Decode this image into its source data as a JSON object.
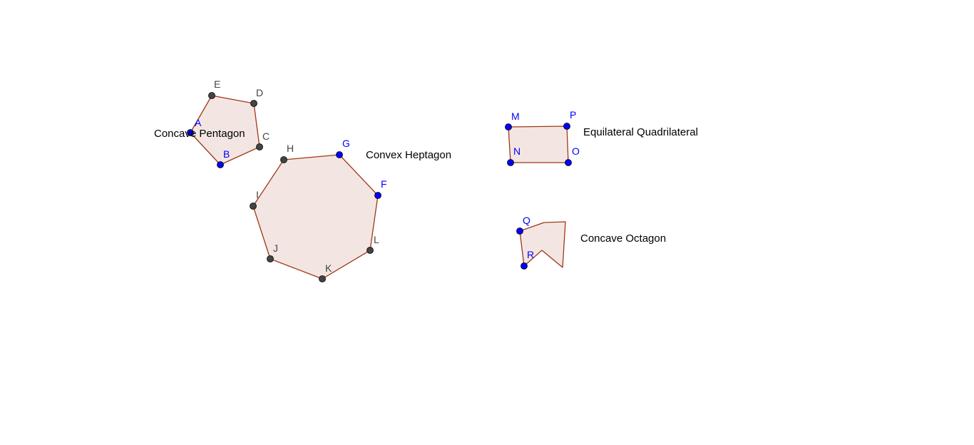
{
  "colors": {
    "fill": "#f3e6e2",
    "edge": "#a0381a",
    "free_point": "#0000ff",
    "dependent_point": "#444444",
    "caption": "#000000"
  },
  "shapes": [
    {
      "id": "pentagon",
      "caption": "Concave Pentagon",
      "vertices": [
        {
          "label": "A",
          "kind": "free"
        },
        {
          "label": "B",
          "kind": "free"
        },
        {
          "label": "C",
          "kind": "dependent"
        },
        {
          "label": "D",
          "kind": "dependent"
        },
        {
          "label": "E",
          "kind": "dependent"
        }
      ]
    },
    {
      "id": "heptagon",
      "caption": "Convex Heptagon",
      "vertices": [
        {
          "label": "F",
          "kind": "free"
        },
        {
          "label": "G",
          "kind": "free"
        },
        {
          "label": "H",
          "kind": "dependent"
        },
        {
          "label": "I",
          "kind": "dependent"
        },
        {
          "label": "J",
          "kind": "dependent"
        },
        {
          "label": "K",
          "kind": "dependent"
        },
        {
          "label": "L",
          "kind": "dependent"
        }
      ]
    },
    {
      "id": "quadrilateral",
      "caption": "Equilateral Quadrilateral",
      "vertices": [
        {
          "label": "M",
          "kind": "free"
        },
        {
          "label": "P",
          "kind": "free"
        },
        {
          "label": "O",
          "kind": "free"
        },
        {
          "label": "N",
          "kind": "free"
        }
      ]
    },
    {
      "id": "octagon",
      "caption": "Concave Octagon",
      "vertices": [
        {
          "label": "Q",
          "kind": "free"
        },
        {
          "label": "R",
          "kind": "free"
        }
      ]
    }
  ]
}
